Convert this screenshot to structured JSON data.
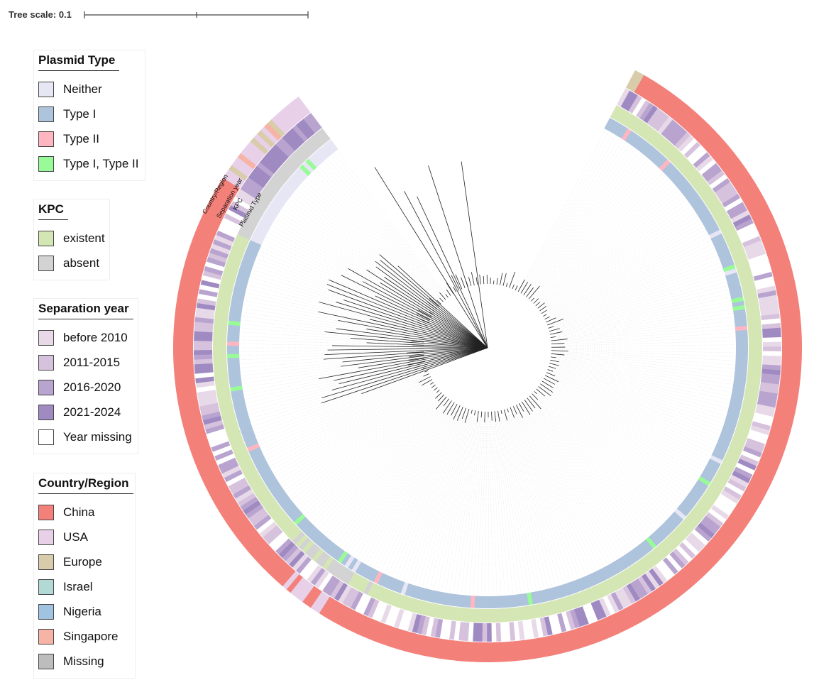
{
  "tree_scale": {
    "label": "Tree scale: 0.1"
  },
  "ring_labels": [
    "Country/Region",
    "Separation year",
    "KPC",
    "Plasmid Type"
  ],
  "legends": [
    {
      "title": "Plasmid Type",
      "items": [
        {
          "label": "Neither",
          "color": "#e6e6f5"
        },
        {
          "label": "Type I",
          "color": "#aec3dc"
        },
        {
          "label": "Type II",
          "color": "#ffb6c1"
        },
        {
          "label": "Type I, Type II",
          "color": "#98fb98"
        }
      ]
    },
    {
      "title": "KPC",
      "items": [
        {
          "label": "existent",
          "color": "#d5e6b5"
        },
        {
          "label": "absent",
          "color": "#d3d3d3"
        }
      ]
    },
    {
      "title": "Separation year",
      "items": [
        {
          "label": "before 2010",
          "color": "#e8d9e8"
        },
        {
          "label": "2011-2015",
          "color": "#d6c2dd"
        },
        {
          "label": "2016-2020",
          "color": "#b9a3cf"
        },
        {
          "label": "2021-2024",
          "color": "#9f8ac2"
        },
        {
          "label": "Year missing",
          "color": "#ffffff"
        }
      ]
    },
    {
      "title": "Country/Region",
      "items": [
        {
          "label": "China",
          "color": "#f4807a"
        },
        {
          "label": "USA",
          "color": "#e7d0e8"
        },
        {
          "label": "Europe",
          "color": "#d9ccaa"
        },
        {
          "label": "Israel",
          "color": "#b3d9d6"
        },
        {
          "label": "Nigeria",
          "color": "#9fc3e0"
        },
        {
          "label": "Singapore",
          "color": "#f7b3a5"
        },
        {
          "label": "Missing",
          "color": "#bdbdbd"
        }
      ]
    }
  ]
}
